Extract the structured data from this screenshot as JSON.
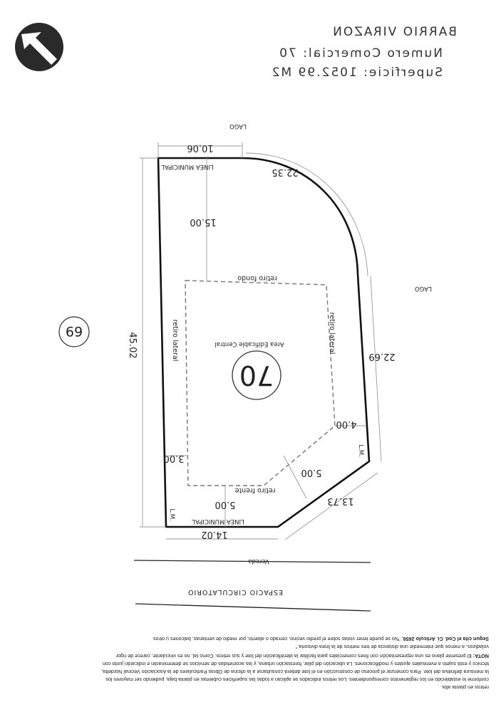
{
  "header": {
    "barrio": "BARRIO VIRAZON",
    "numero": "Numero Comercial:  70",
    "superficie": "Superficie:   1052.99 M2"
  },
  "icons": {
    "north_arrow": "north-arrow-icon"
  },
  "plan": {
    "lago_top": "LAGO",
    "lago_right": "LAGO",
    "dim_top": "10.06",
    "dim_arc": "22.35",
    "dim_retiro_fondo": "15.00",
    "dim_left": "45.02",
    "dim_right": "22.69",
    "dim_lateral_right": "4.00",
    "dim_lateral_left": "3.00",
    "dim_chamfer_retiro": "5.00",
    "dim_frente_retiro": "5.00",
    "dim_chamfer": "13.73",
    "dim_bottom": "14.02",
    "linea_municipal_top": "LINEA  MUNICIPAL",
    "linea_municipal_bottom": "LINEA  MUNICIPAL",
    "retiro_fondo": "retiro fondo",
    "retiro_lateral_left": "retiro lateral",
    "retiro_lateral_right": "retiro lateral",
    "retiro_frente": "retiro frente",
    "area_edificable": "Area Edificable Central",
    "lot_number": "70",
    "neighbor_lot": "69",
    "lm_left": "L.M.",
    "lm_right": "L.M.",
    "vereda": "Vereda",
    "espacio": "ESPACIO CIRCULATORIO"
  },
  "footer": {
    "line1_bold": "Segun cita el Cod. Ci. Articulo 2658",
    "line1_rest": ", \"No se puede tener vistas sobre el predio vecino, cerrado o abierto, por medio de ventanas, balcones u otros",
    "line2": "voladizos, a menos que intermedie una distancia de tres metros de la linea divisoria.\"",
    "nota_label": "NOTA:",
    "line3": " El presente plano es una representación con fines comerciales para facilitar la identificación del lote y sus retiros. Como tal, no es vinculante, carece de rigor",
    "line4": "técnico y está sujeto a eventuales ajustes y modificaciones. La ubicación del pilar, forestación urbana, y las acometidas de servicios se determinarán e indicarán junto con",
    "line5": "la mensura definitiva del lote. Para comenzar el proceso de construcción en el lote deberá consultarse a la oficina de Obras Particulares de la Asociación Vecinal Nordelta,",
    "line6": "conforme lo establecido en los reglamentos correspondientes. Los retiros indicados se aplican a todas las superficies cubiertas en planta baja, pudiendo ser mayores los",
    "line7": "retiros en planta alta."
  }
}
